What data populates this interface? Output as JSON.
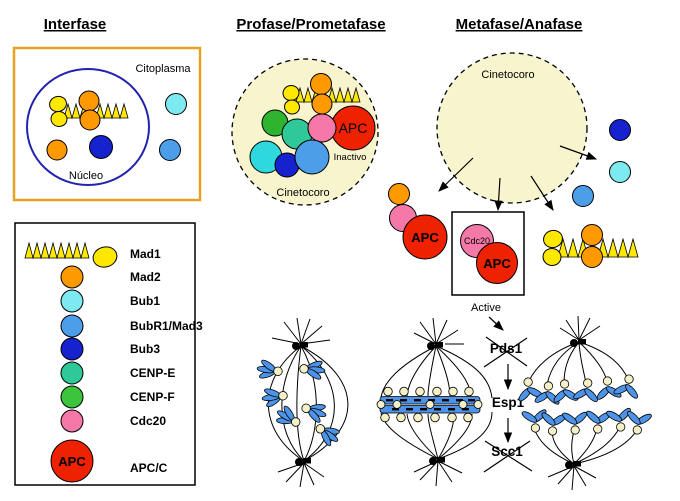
{
  "titles": {
    "interfase": "Interfase",
    "profase": "Profase/Prometafase",
    "metafase": "Metafase/Anafase"
  },
  "interfase_panel": {
    "citoplasma_label": "Citoplasma",
    "nucleo_label": "Núcleo"
  },
  "profase_panel": {
    "cinetocoro_label": "Cinetocoro",
    "apc_label": "APC",
    "inactivo_label": "Inactivo"
  },
  "metafase_panel": {
    "cinetocoro_label": "Cinetocoro",
    "apc_inactive_label": "APC",
    "apc_box": {
      "cdc20_label": "Cdc20",
      "apc_label": "APC"
    },
    "active_label": "Active",
    "pathway": {
      "pds1": "Pds1",
      "esp1": "Esp1",
      "scc1": "Scc1"
    }
  },
  "legend": {
    "items": [
      {
        "label": "Mad1",
        "color": "#FFE800",
        "swatch": "zigzag"
      },
      {
        "label": "Mad2",
        "color": "#FF9900",
        "swatch": "circle"
      },
      {
        "label": "Bub1",
        "color": "#7DE9F0",
        "swatch": "circle"
      },
      {
        "label": "BubR1/Mad3",
        "color": "#4D9EE8",
        "swatch": "circle"
      },
      {
        "label": "Bub3",
        "color": "#1522CE",
        "swatch": "circle"
      },
      {
        "label": "CENP-E",
        "color": "#2FC898",
        "swatch": "circle"
      },
      {
        "label": "CENP-F",
        "color": "#3CC43C",
        "swatch": "circle"
      },
      {
        "label": "Cdc20",
        "color": "#F478A8",
        "swatch": "circle"
      },
      {
        "label": "APC/C",
        "color": "#EE2200",
        "swatch": "big-circle",
        "swatch_text": "APC"
      }
    ]
  },
  "colors": {
    "mad1": "#FFE800",
    "mad2": "#FF9900",
    "bub1": "#7DE9F0",
    "bub1deep": "#2FD8DC",
    "bubr1": "#4D9EE8",
    "bub3": "#1522CE",
    "cenpe": "#2FC898",
    "cenpf": "#2FB42F",
    "cdc20": "#F478A8",
    "apc": "#EE2200",
    "cream": "#F8F5CE",
    "chromo": "#4D94E8",
    "kinet": "#F5F0C8",
    "panelborder": "#E8A222",
    "nucleusborder": "#2323B0"
  }
}
